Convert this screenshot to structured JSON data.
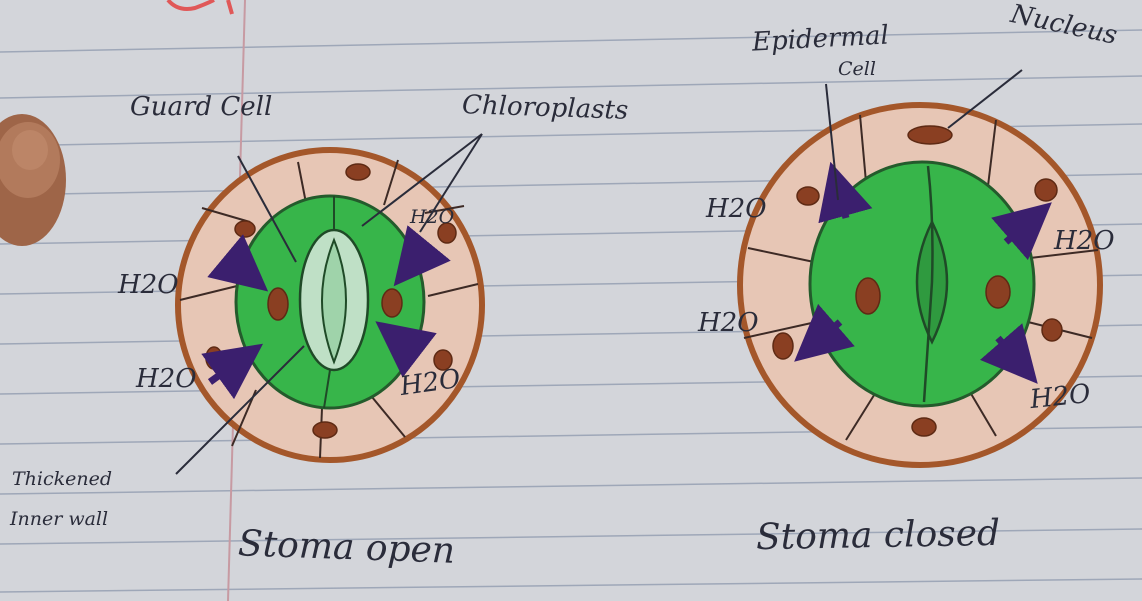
{
  "diagram": {
    "labels": {
      "guard_cell": "Guard Cell",
      "chloroplasts": "Chloroplasts",
      "epidermal_cell": "Epidermal",
      "epidermal_cell_2": "Cell",
      "nucleus": "Nucleus",
      "thickened_inner_wall_1": "Thickened",
      "thickened_inner_wall_2": "Inner wall",
      "stoma_open": "Stoma open",
      "stoma_closed": "Stoma closed"
    },
    "water_labels": {
      "open_left_top": "H2O",
      "open_left_bottom": "H2O",
      "open_right_top": "H2O",
      "open_right_bottom": "H2O",
      "closed_left_top": "H2O",
      "closed_left_bottom": "H2O",
      "closed_right_top": "H2O",
      "closed_right_bottom": "H2O"
    },
    "colors": {
      "paper": "#d3d5da",
      "ruled_line": "#9ea7b8",
      "margin_line": "#c79aa2",
      "epidermis_fill": "#e7c6b5",
      "outline_brown": "#a4572a",
      "guard_cell_green": "#37b54a",
      "nucleus_brown": "#8a3f22",
      "arrow_purple": "#3b1f6e",
      "ink": "#2a2c3a"
    }
  }
}
